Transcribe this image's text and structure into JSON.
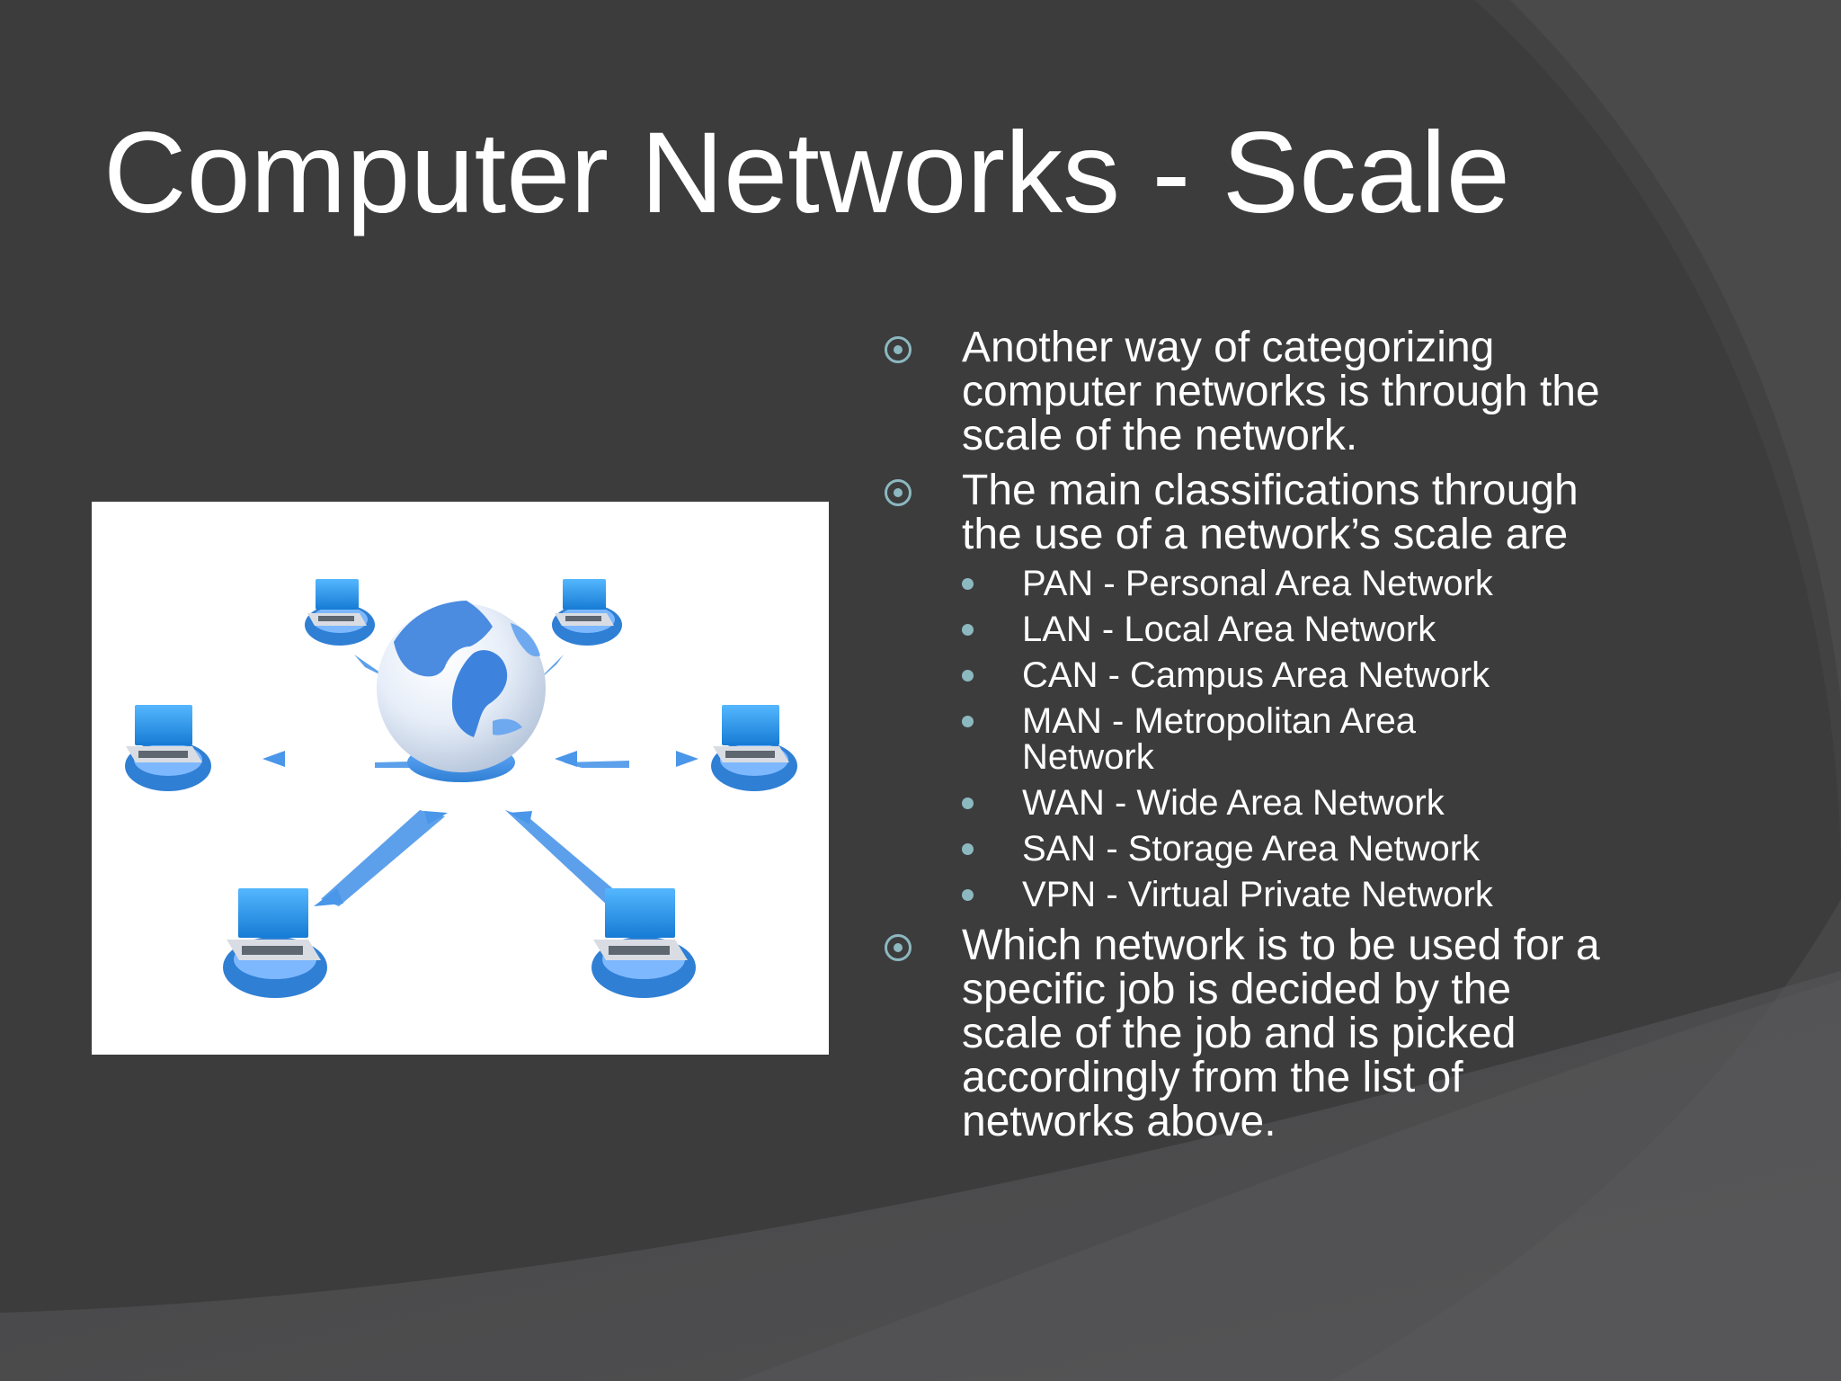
{
  "slide": {
    "title": "Computer Networks - Scale",
    "bullets": [
      {
        "text": "Another way of categorizing computer networks is through the scale of the network."
      },
      {
        "text": "The main classifications through the use of a network’s scale are",
        "subitems": [
          "PAN - Personal Area Network",
          "LAN - Local Area Network",
          "CAN - Campus Area Network",
          "MAN - Metropolitan Area Network",
          "WAN - Wide Area Network",
          "SAN - Storage Area Network",
          "VPN - Virtual Private Network"
        ]
      },
      {
        "text": "Which network is to be used for a specific job is decided by the scale of the job and is picked accordingly from the list of networks above."
      }
    ]
  },
  "colors": {
    "background": "#3c3c3d",
    "bullet_accent": "#8cb8c0",
    "image_blue": "#3d8fe0"
  }
}
